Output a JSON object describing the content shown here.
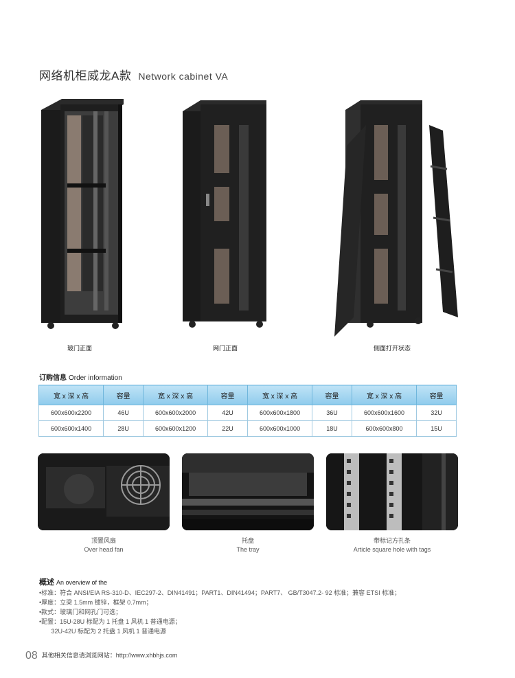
{
  "title": {
    "zh": "网络机柜威龙A款",
    "en": "Network cabinet VA"
  },
  "cabinets": [
    {
      "caption": "玻门正面"
    },
    {
      "caption": "网门正面"
    },
    {
      "caption": "侧面打开状态"
    }
  ],
  "order": {
    "label_zh": "订购信息",
    "label_en": "Order information",
    "headers": [
      "宽 x 深 x 高",
      "容量",
      "宽 x 深 x 高",
      "容量",
      "宽 x 深 x 高",
      "容量",
      "宽 x 深 x 高",
      "容量"
    ],
    "rows": [
      [
        "600x600x2200",
        "46U",
        "600x600x2000",
        "42U",
        "600x600x1800",
        "36U",
        "600x600x1600",
        "32U"
      ],
      [
        "600x600x1400",
        "28U",
        "600x600x1200",
        "22U",
        "600x600x1000",
        "18U",
        "600x600x800",
        "15U"
      ]
    ]
  },
  "photos": [
    {
      "zh": "顶置风扇",
      "en": "Over head fan"
    },
    {
      "zh": "托盘",
      "en": "The tray"
    },
    {
      "zh": "带标记方孔条",
      "en": "Article square hole with tags"
    }
  ],
  "overview": {
    "label_zh": "概述",
    "label_en": "An overview of the",
    "lines": [
      "•标准：符合 ANSI/EIA RS-310-D、IEC297-2、DIN41491；PART1、DIN41494；PART7、 GB/T3047.2- 92 标准；兼容 ETSI 标准；",
      "•厚度：立梁 1.5mm 镀锌，框架 0.7mm；",
      "•款式：玻璃门和网孔门可选；",
      "•配置：15U-28U 标配为 1 托盘 1 风机 1 普通电源；",
      "       32U-42U 标配为 2 托盘 1 风机 1 普通电源"
    ]
  },
  "footer": {
    "page": "08",
    "text": "其他相关信息请浏览网站：http://www.xhbhjs.com"
  }
}
